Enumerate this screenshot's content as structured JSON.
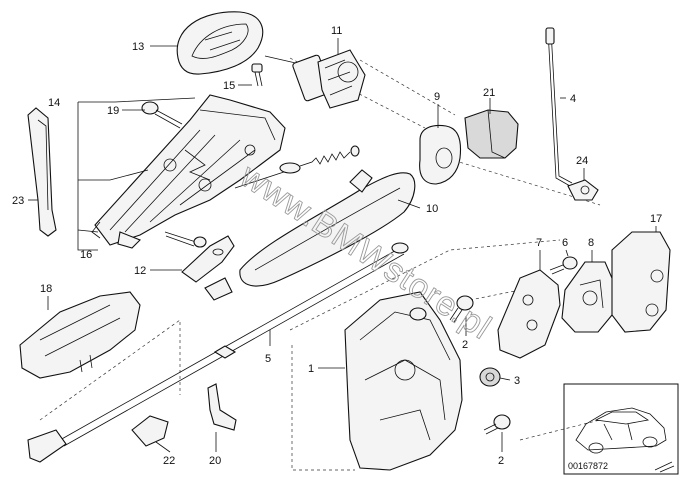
{
  "watermark": "www.BMWstore.pl",
  "document_number": "00167872",
  "part_labels": {
    "p1": "1",
    "p2a": "2",
    "p2b": "2",
    "p3": "3",
    "p4": "4",
    "p5": "5",
    "p6": "6",
    "p7": "7",
    "p8": "8",
    "p9": "9",
    "p10": "10",
    "p11": "11",
    "p12": "12",
    "p13": "13",
    "p14": "14",
    "p15": "15",
    "p16": "16",
    "p17": "17",
    "p18": "18",
    "p19": "19",
    "p20": "20",
    "p21": "21",
    "p22": "22",
    "p23": "23",
    "p24": "24"
  }
}
